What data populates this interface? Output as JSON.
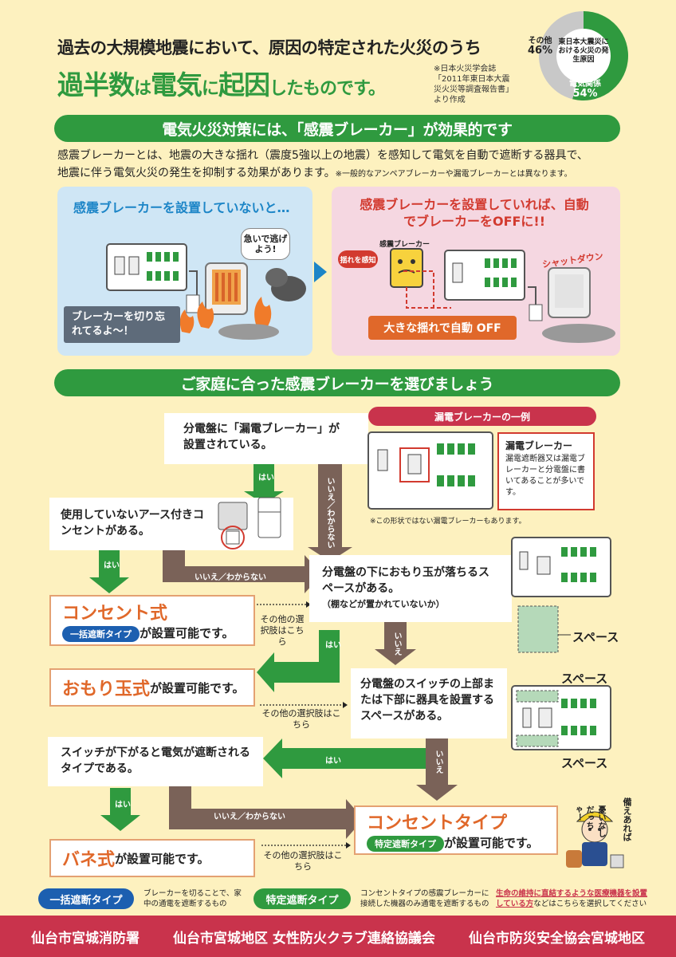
{
  "header": {
    "line1": "過去の大規模地震において、原因の特定された火災のうち",
    "line2_a": "過半数",
    "line2_b": "は",
    "line2_c": "電気",
    "line2_d": "に",
    "line2_e": "起因",
    "line2_f": "したものです。",
    "source_note": "※日本火災学会誌「2011年東日本大震災火災等調査報告書」より作成"
  },
  "chart_data": {
    "type": "pie",
    "title": "東日本大震災における火災の発生原因",
    "slices": [
      {
        "label": "電気関係",
        "value": 54,
        "color": "#2f9a3f"
      },
      {
        "label": "その他",
        "value": 46,
        "color": "#c8c8c8"
      }
    ],
    "value_labels": [
      "54%",
      "46%"
    ]
  },
  "section1": {
    "banner": "電気火災対策には、「感震ブレーカー」が効果的です",
    "intro_a": "感震ブレーカーとは、地震の大きな揺れ（震度5強以上の地震）を感知して電気を自動で遮断する器具で、",
    "intro_b": "地震に伴う電気火災の発生を抑制する効果があります。",
    "intro_note": "※一般的なアンペアブレーカーや漏電ブレーカーとは異なります。"
  },
  "scene_left": {
    "title": "感震ブレーカーを設置していないと…",
    "bubble_escape": "急いで逃げよう!",
    "caption": "ブレーカーを切り忘れてるよ〜！"
  },
  "scene_right": {
    "title": "感震ブレーカーを設置していれば、自動でブレーカーをOFFに!!",
    "sensor_label": "揺れを感知",
    "device_label": "感震ブレーカー",
    "shutdown": "シャットダウン",
    "caption": "大きな揺れで自動 OFF"
  },
  "section2": {
    "banner": "ご家庭に合った感震ブレーカーを選びましょう"
  },
  "flow": {
    "q1": "分電盤に「漏電ブレーカー」が設置されている。",
    "q2": "使用していないアース付きコンセントがある。",
    "q3": "分電盤の下におもり玉が落ちるスペースがある。",
    "q3_sub": "（棚などが置かれていないか）",
    "q4": "分電盤のスイッチの上部または下部に器具を設置するスペースがある。",
    "q5": "スイッチが下がると電気が遮断されるタイプである。",
    "yes": "はい",
    "no": "いいえ",
    "no_unknown": "いいえ／わからない",
    "r1_name": "コンセント式",
    "r1_tag": "一括遮断タイプ",
    "r1_tail": "が設置可能です。",
    "r2_name": "おもり玉式",
    "r2_tail": "が設置可能です。",
    "r3_name": "バネ式",
    "r3_tail": "が設置可能です。",
    "r4_name": "コンセントタイプ",
    "r4_tag": "特定遮断タイプ",
    "r4_tail": "が設置可能です。",
    "other_1": "その他の選択肢はこちら",
    "other_2": "その他の選択肢はこちら",
    "other_3": "その他の選択肢はこちら"
  },
  "leakage_example": {
    "title": "漏電ブレーカーの一例",
    "callout_title": "漏電ブレーカー",
    "callout_body": "漏電遮断器又は漏電ブレーカーと分電盤に書いてあることが多いです。",
    "note": "※この形状ではない漏電ブレーカーもあります。"
  },
  "space_labels": {
    "space_a": "スペース",
    "space_b": "スペース",
    "space_c": "スペース"
  },
  "mascot": {
    "speech_a": "備えあれば",
    "speech_b": "憂いなしだっちゃ！"
  },
  "legend": {
    "tag_bulk": "一括遮断タイプ",
    "bulk_desc": "ブレーカーを切ることで、家中の通電を遮断するもの",
    "tag_specific": "特定遮断タイプ",
    "specific_desc": "コンセントタイプの感震ブレーカーに接続した機器のみ通電を遮断するもの",
    "medical_a": "生命の維持に直結するような医療機器を設置している方",
    "medical_b": "などはこちらを選択してください"
  },
  "footer": {
    "org1": "仙台市宮城消防署",
    "org2": "仙台市宮城地区 女性防火クラブ連絡協議会",
    "org3": "仙台市防災安全協会宮城地区"
  }
}
